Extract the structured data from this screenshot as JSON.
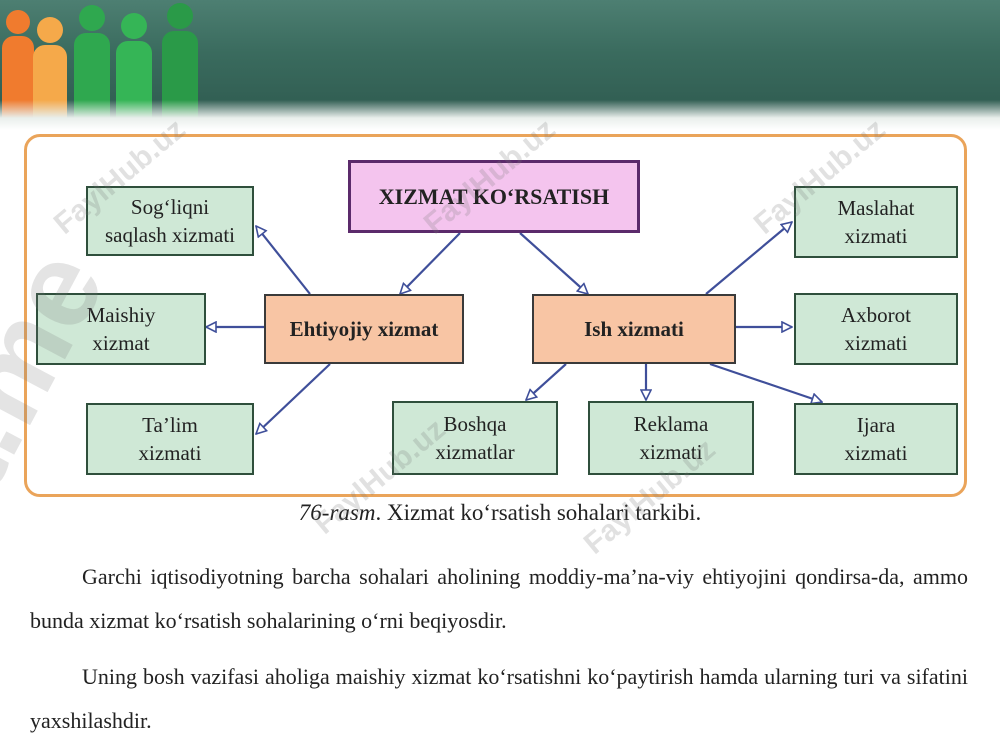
{
  "diagram": {
    "root": "XIZMAT KOʻRSATISH",
    "ehtiyojiy": "Ehtiyojiy xizmat",
    "ish": "Ish xizmati",
    "sogliqni": [
      "Sogʻliqni",
      "saqlash xizmati"
    ],
    "maishiy": [
      "Maishiy",
      "xizmat"
    ],
    "talim": [
      "Ta’lim",
      "xizmati"
    ],
    "boshqa": [
      "Boshqa",
      "xizmatlar"
    ],
    "reklama": [
      "Reklama",
      "xizmati"
    ],
    "ijara": [
      "Ijara",
      "xizmati"
    ],
    "maslahat": [
      "Maslahat",
      "xizmati"
    ],
    "axborot": [
      "Axborot",
      "xizmati"
    ]
  },
  "caption": {
    "number": "76-rasm",
    "text": ". Xizmat koʻrsatish sohalari tarkibi."
  },
  "paragraphs": [
    "Garchi iqtisodiyotning barcha sohalari aholining moddiy-ma’na-viy ehtiyojini qondirsa-da, ammo bunda xizmat koʻrsatish sohalarining oʻrni beqiyosdir.",
    "Uning bosh vazifasi aholiga maishiy xizmat koʻrsatishni koʻpaytirish hamda ularning turi va sifatini yaxshilashdir."
  ],
  "watermark": "FaylHub.uz",
  "colors": {
    "banner": "#3a6b5e",
    "frame": "#eaa45a",
    "green_box": "#cfe8d6",
    "salmon_box": "#f8c5a4",
    "pink_box": "#f4c4ee",
    "arrow": "#3f4f9a"
  }
}
